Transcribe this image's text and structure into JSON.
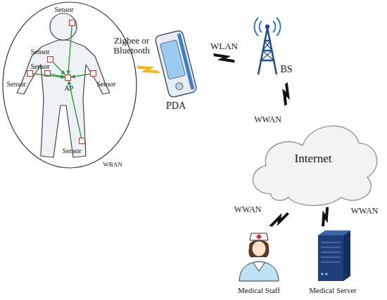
{
  "diagram": {
    "nodes": [
      {
        "text": [
          "WBAN"
        ]
      },
      {
        "text": [
          "Sensor"
        ],
        "in": 0
      },
      {
        "text": [
          "Sensor"
        ],
        "in": 0
      },
      {
        "text": [
          "Sensor"
        ],
        "in": 0
      },
      {
        "text": [
          "Sensor"
        ],
        "in": 0
      },
      {
        "text": [
          "AP"
        ],
        "in": 0
      },
      {
        "text": [
          "Sensor"
        ],
        "in": 0
      },
      {
        "text": [
          "Sensor"
        ],
        "in": 0
      },
      {
        "text": [
          "PDA"
        ]
      },
      {
        "text": [
          "BS"
        ]
      },
      {
        "text": [
          "Internet"
        ]
      },
      {
        "text": [
          "Medical Staff"
        ]
      },
      {
        "text": [
          "Medical Server"
        ]
      }
    ],
    "edges": [
      {
        "from": 1,
        "to": 5,
        "arrow": "to"
      },
      {
        "from": 2,
        "to": 5,
        "arrow": "to"
      },
      {
        "from": 3,
        "to": 5,
        "arrow": "to"
      },
      {
        "from": 4,
        "to": 5,
        "arrow": "to"
      },
      {
        "from": 6,
        "to": 5,
        "arrow": "to"
      },
      {
        "from": 7,
        "to": 5,
        "arrow": "to"
      },
      {
        "from": 0,
        "to": 8,
        "label": "Zigbee or Bluetooth",
        "arrow": "none"
      },
      {
        "from": 8,
        "to": 9,
        "label": "WLAN",
        "arrow": "none"
      },
      {
        "from": 9,
        "to": 10,
        "label": "WWAN",
        "arrow": "none"
      },
      {
        "from": 10,
        "to": 11,
        "label": "WWAN",
        "arrow": "none"
      },
      {
        "from": 10,
        "to": 12,
        "label": "WWAN",
        "arrow": "none"
      }
    ]
  }
}
